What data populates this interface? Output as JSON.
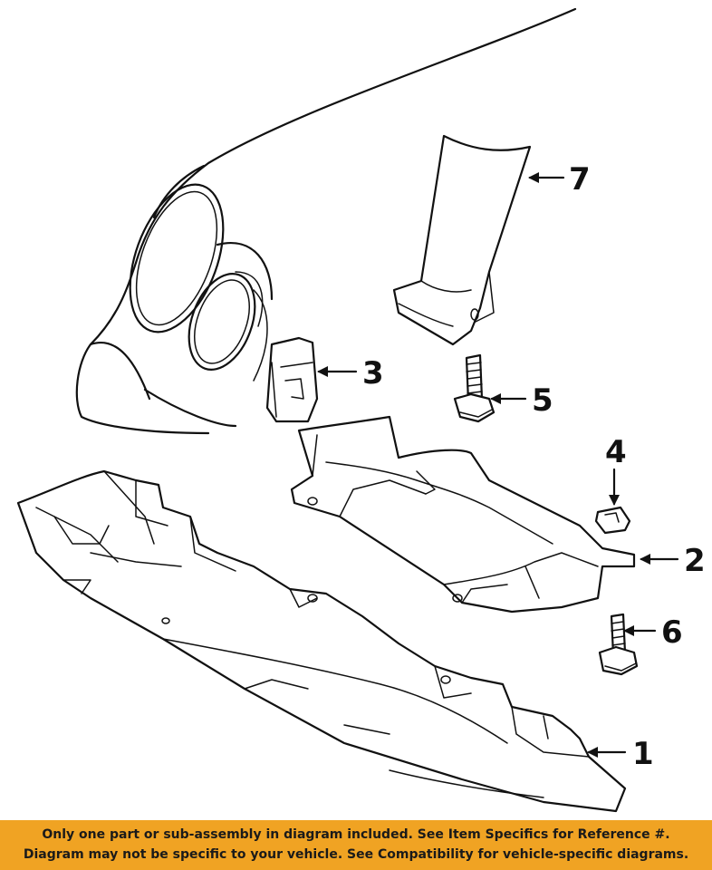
{
  "diagram": {
    "callouts": [
      {
        "id": "1",
        "label": "1"
      },
      {
        "id": "2",
        "label": "2"
      },
      {
        "id": "3",
        "label": "3"
      },
      {
        "id": "4",
        "label": "4"
      },
      {
        "id": "5",
        "label": "5"
      },
      {
        "id": "6",
        "label": "6"
      },
      {
        "id": "7",
        "label": "7"
      }
    ]
  },
  "notice": {
    "line1": "Only one part or sub-assembly in diagram included. See Item Specifics for Reference #.",
    "line2": "Diagram may not be specific to your vehicle. See Compatibility for vehicle-specific diagrams."
  },
  "colors": {
    "notice_background": "#f0a323",
    "line": "#111111"
  }
}
